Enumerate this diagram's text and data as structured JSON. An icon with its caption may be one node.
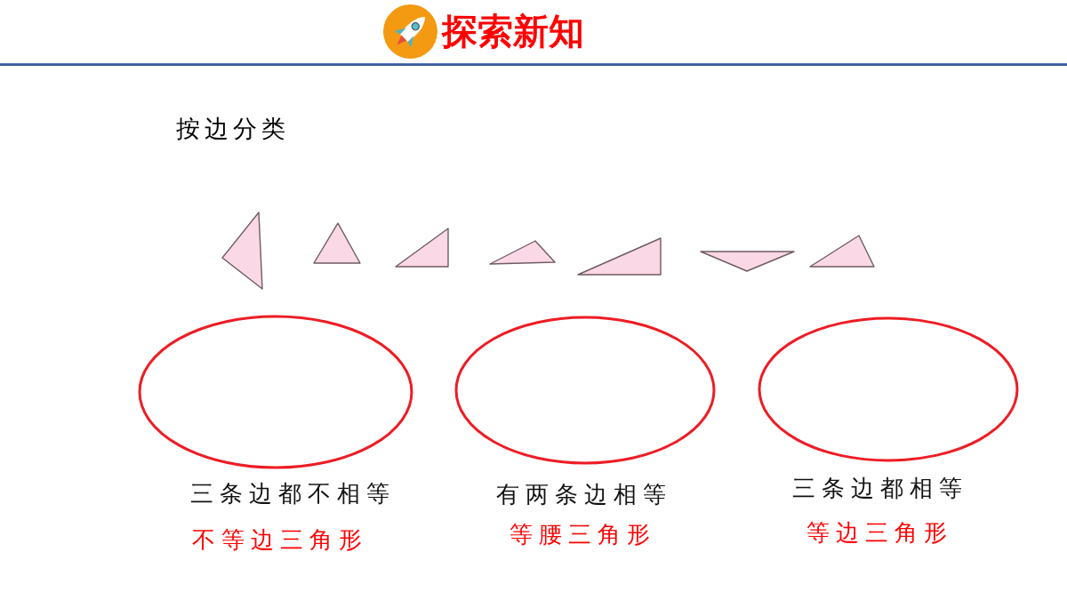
{
  "diagram": {
    "title": "探索新知",
    "nodes": [
      {
        "text": [],
        "shape": "triangle"
      },
      {
        "text": [],
        "shape": "triangle"
      },
      {
        "text": [],
        "shape": "triangle"
      },
      {
        "text": [],
        "shape": "triangle"
      },
      {
        "text": [],
        "shape": "triangle"
      },
      {
        "text": [],
        "shape": "triangle"
      },
      {
        "text": [],
        "shape": "triangle"
      },
      {
        "text": [],
        "shape": "ellipse",
        "beside": [
          "三条边都不相等",
          "不等边三角形"
        ]
      },
      {
        "text": [],
        "shape": "ellipse",
        "beside": [
          "有两条边相等",
          "等腰三角形"
        ]
      },
      {
        "text": [],
        "shape": "ellipse",
        "beside": [
          "三条边都相等",
          "等边三角形"
        ]
      }
    ],
    "labels": [
      "按边分类"
    ]
  }
}
